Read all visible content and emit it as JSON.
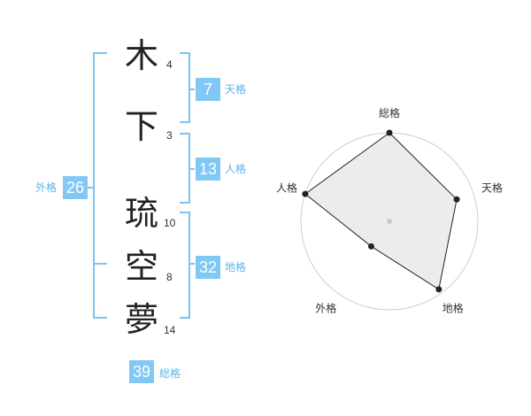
{
  "name_chars": [
    {
      "char": "木",
      "strokes": "4"
    },
    {
      "char": "下",
      "strokes": "3"
    },
    {
      "char": "琉",
      "strokes": "10"
    },
    {
      "char": "空",
      "strokes": "8"
    },
    {
      "char": "夢",
      "strokes": "14"
    }
  ],
  "kaku": {
    "tenkaku": {
      "value": "7",
      "label": "天格"
    },
    "jinkaku": {
      "value": "13",
      "label": "人格"
    },
    "chikaku": {
      "value": "32",
      "label": "地格"
    },
    "gaikaku": {
      "value": "26",
      "label": "外格"
    },
    "soukaku": {
      "value": "39",
      "label": "総格"
    }
  },
  "radar": {
    "axes": [
      "総格",
      "天格",
      "地格",
      "外格",
      "人格"
    ],
    "values": [
      1.0,
      0.8,
      0.95,
      0.35,
      1.0
    ],
    "rings": 4
  },
  "colors": {
    "accent": "#82c8f4",
    "accent_text": "#5ab4ea",
    "bracket": "#7cc4f2",
    "radar_fill": "#e9e9e9"
  }
}
